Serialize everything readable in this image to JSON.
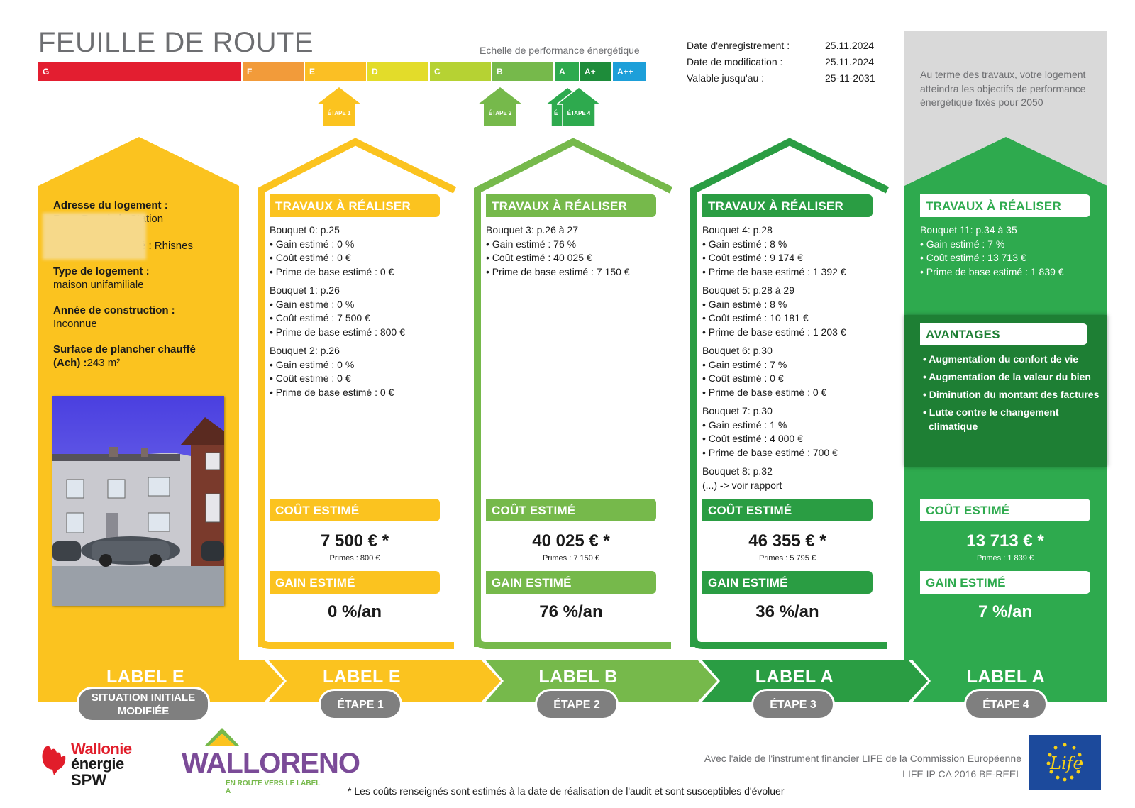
{
  "header": {
    "title": "FEUILLE DE ROUTE",
    "scale_caption": "Echelle de performance énergétique",
    "scale": [
      {
        "letter": "G",
        "color": "#e31e30"
      },
      {
        "letter": "F",
        "color": "#f29b3a"
      },
      {
        "letter": "E",
        "color": "#fbbf24"
      },
      {
        "letter": "D",
        "color": "#e3dc2a"
      },
      {
        "letter": "C",
        "color": "#b6d233"
      },
      {
        "letter": "B",
        "color": "#76b94b"
      },
      {
        "letter": "A",
        "color": "#2eaa4e"
      },
      {
        "letter": "A+",
        "color": "#1e8c3a"
      },
      {
        "letter": "A++",
        "color": "#1d9fd9"
      }
    ],
    "markers": [
      {
        "label": "ÉTAPE 1",
        "color": "#fbc31f"
      },
      {
        "label": "ÉTAPE 2",
        "color": "#76b94b"
      },
      {
        "label": "É",
        "color": "#2eaa4e"
      },
      {
        "label": "ÉTAPE 4",
        "color": "#2eaa4e"
      }
    ],
    "dates": {
      "enregistrement_label": "Date d'enregistrement :",
      "enregistrement": "25.11.2024",
      "modification_label": "Date de modification :",
      "modification": "25.11.2024",
      "valable_label": "Valable jusqu'au :",
      "valable": "25-11-2031"
    },
    "objective_text": "Au terme des travaux, votre logement atteindra les objectifs de performance énergétique fixés pour 2050"
  },
  "situation": {
    "address_label": "Adresse du logement :",
    "address_line1": "Rue : Rue de la Station",
    "address_line2": "é : Rhisnes",
    "type_label": "Type de logement :",
    "type_value": "maison unifamiliale",
    "year_label": "Année de construction :",
    "year_value": "Inconnue",
    "surface_label": "Surface de plancher chauffé",
    "surface_label2": "(Ach) :",
    "surface_value": "243 m²",
    "label": "LABEL E",
    "pill": "SITUATION INITIALE MODIFIÉE"
  },
  "etapes": [
    {
      "color": "#fbc31f",
      "banner_title": "TRAVAUX À RÉALISER",
      "bouquets": [
        {
          "title": "Bouquet  0: p.25",
          "lines": [
            "• Gain estimé : 0 %",
            "• Coût estimé : 0 €",
            "• Prime de base estimé : 0 €"
          ]
        },
        {
          "title": "Bouquet  1: p.26",
          "lines": [
            "• Gain estimé : 0 %",
            "• Coût estimé : 7 500 €",
            "• Prime de base estimé : 800 €"
          ]
        },
        {
          "title": "Bouquet  2: p.26",
          "lines": [
            "• Gain estimé : 0 %",
            "• Coût estimé : 0 €",
            "• Prime de base estimé : 0 €"
          ]
        }
      ],
      "cost_title": "COÛT ESTIMÉ",
      "cost": "7 500 € *",
      "primes": "Primes : 800 €",
      "gain_title": "GAIN ESTIMÉ",
      "gain": "0 %/an",
      "label": "LABEL E",
      "pill": "ÉTAPE 1"
    },
    {
      "color": "#76b94b",
      "banner_title": "TRAVAUX À RÉALISER",
      "bouquets": [
        {
          "title": "Bouquet  3: p.26 à 27",
          "lines": [
            "• Gain estimé : 76 %",
            "• Coût estimé : 40 025 €",
            "• Prime de base estimé : 7 150 €"
          ]
        }
      ],
      "cost_title": "COÛT ESTIMÉ",
      "cost": "40 025 € *",
      "primes": "Primes : 7 150 €",
      "gain_title": "GAIN ESTIMÉ",
      "gain": "76 %/an",
      "label": "LABEL B",
      "pill": "ÉTAPE 2"
    },
    {
      "color": "#2a9d43",
      "banner_title": "TRAVAUX À RÉALISER",
      "bouquets": [
        {
          "title": "Bouquet  4: p.28",
          "lines": [
            "• Gain estimé : 8 %",
            "• Coût estimé : 9 174 €",
            "• Prime de base estimé : 1 392 €"
          ]
        },
        {
          "title": "Bouquet  5: p.28 à 29",
          "lines": [
            "• Gain estimé : 8 %",
            "• Coût estimé : 10 181 €",
            "• Prime de base estimé : 1 203 €"
          ]
        },
        {
          "title": "Bouquet  6: p.30",
          "lines": [
            "• Gain estimé : 7 %",
            "• Coût estimé : 0 €",
            "• Prime de base estimé : 0 €"
          ]
        },
        {
          "title": "Bouquet  7: p.30",
          "lines": [
            "• Gain estimé : 1 %",
            "• Coût estimé : 4 000 €",
            "• Prime de base estimé : 700 €"
          ]
        },
        {
          "title": "Bouquet  8: p.32",
          "lines": [
            "(...) -> voir rapport"
          ]
        }
      ],
      "cost_title": "COÛT ESTIMÉ",
      "cost": "46 355 € *",
      "primes": "Primes : 5 795 €",
      "gain_title": "GAIN ESTIMÉ",
      "gain": "36 %/an",
      "label": "LABEL A",
      "pill": "ÉTAPE 3"
    },
    {
      "color": "#2eaa4e",
      "banner_title": "TRAVAUX À RÉALISER",
      "bouquets": [
        {
          "title": "Bouquet  11: p.34 à 35",
          "lines": [
            "• Gain estimé : 7 %",
            "• Coût estimé : 13 713 €",
            "• Prime de base estimé : 1 839 €"
          ]
        }
      ],
      "cost_title": "COÛT ESTIMÉ",
      "cost": "13 713 € *",
      "primes": "Primes : 1 839 €",
      "gain_title": "GAIN ESTIMÉ",
      "gain": "7 %/an",
      "label": "LABEL A",
      "pill": "ÉTAPE 4"
    }
  ],
  "avantages": {
    "title": "AVANTAGES",
    "items": [
      "• Augmentation du confort de vie",
      "• Augmentation de la valeur du bien",
      "• Diminution du montant des factures",
      "• Lutte contre le changement climatique"
    ]
  },
  "footer": {
    "wallonie_line1": "Wallonie",
    "wallonie_line2": "énergie",
    "wallonie_line3": "SPW",
    "walloreno": "WALLORENO",
    "walloreno_tag": "EN ROUTE VERS LE LABEL A",
    "life_line1": "Avec l'aide de l'instrument financier LIFE de la Commission Européenne",
    "life_line2": "LIFE IP CA 2016 BE-REEL",
    "life_logo_text": "Life",
    "note": "* Les coûts renseignés sont estimés à la date de réalisation de l'audit et sont susceptibles d'évoluer"
  }
}
